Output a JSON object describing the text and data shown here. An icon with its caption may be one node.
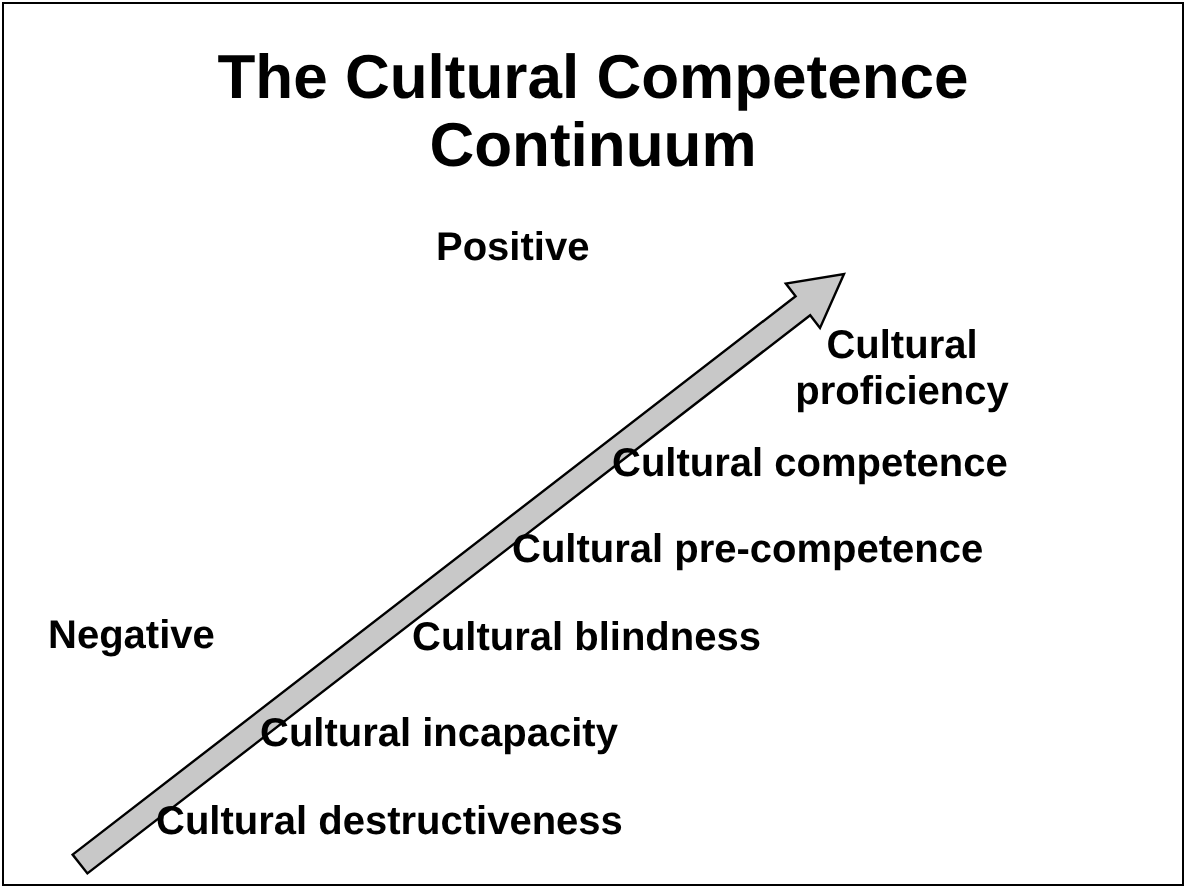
{
  "diagram": {
    "title": "The Cultural Competence Continuum",
    "labels": [
      "Positive",
      "Cultural proficiency",
      "Cultural competence",
      "Cultural pre-competence",
      "Negative",
      "Cultural blindness",
      "Cultural incapacity",
      "Cultural destructiveness"
    ]
  }
}
